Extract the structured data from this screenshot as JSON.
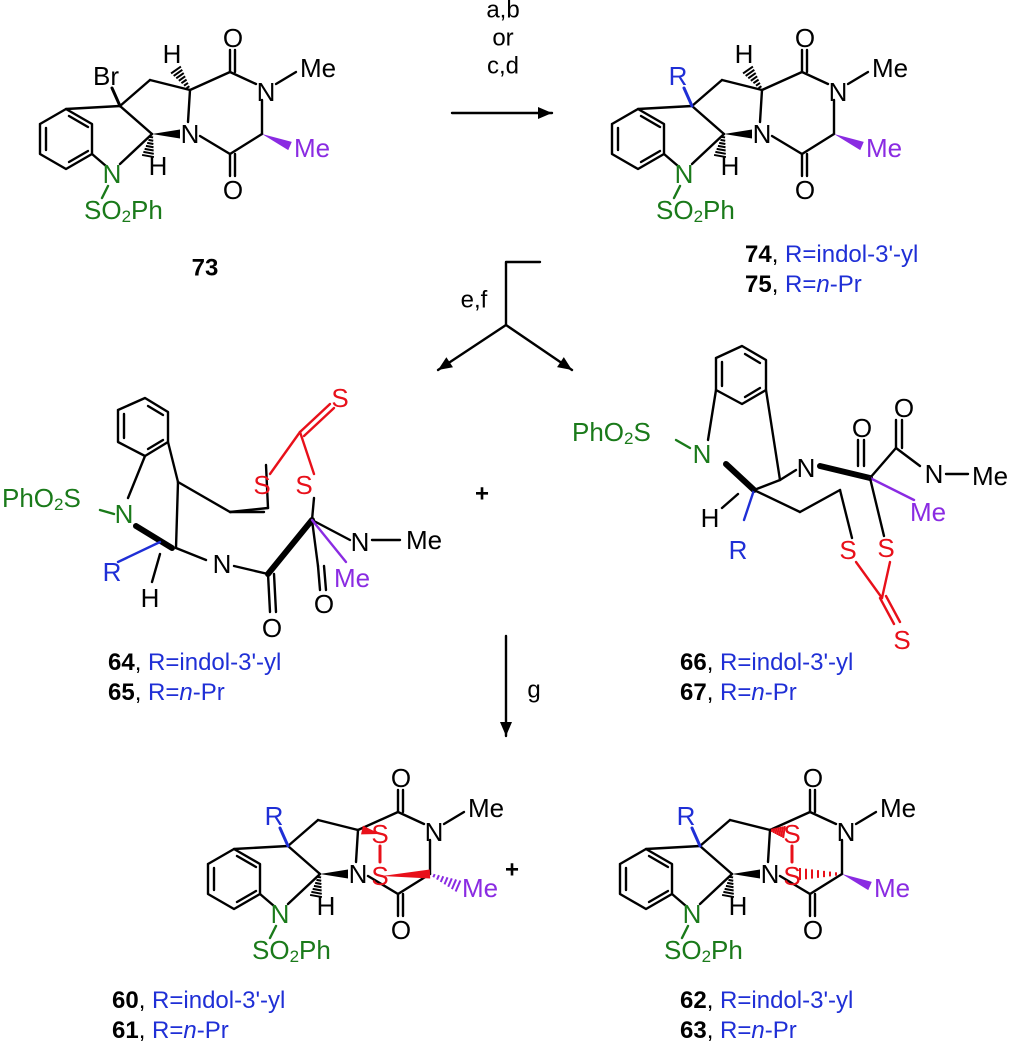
{
  "colors": {
    "black": "#000000",
    "green": "#1a7a1a",
    "blue": "#1f2fd6",
    "purple": "#8a2be2",
    "red": "#e8101a"
  },
  "reagents": {
    "step1_line1": "a,b",
    "step1_line2": "or",
    "step1_line3": "c,d",
    "step2": "e,f",
    "step3": "g",
    "plus": "+"
  },
  "atoms": {
    "Br": "Br",
    "H": "H",
    "O": "O",
    "N": "N",
    "Me": "Me",
    "R": "R",
    "S": "S",
    "SO2Ph_a": "SO",
    "SO2Ph_sub": "2",
    "SO2Ph_b": "Ph",
    "PhO2S_a": "PhO",
    "PhO2S_sub": "2",
    "PhO2S_b": "S",
    "dash": "–"
  },
  "compounds": {
    "c73": "73",
    "c74": "74",
    "c75": "75",
    "c64": "64",
    "c65": "65",
    "c66": "66",
    "c67": "67",
    "c60": "60",
    "c61": "61",
    "c62": "62",
    "c63": "63",
    "sep": ", ",
    "R_indol": "R=indol-3'-yl",
    "R_prefix": "R=",
    "R_n": "n",
    "R_pr": "-Pr"
  }
}
